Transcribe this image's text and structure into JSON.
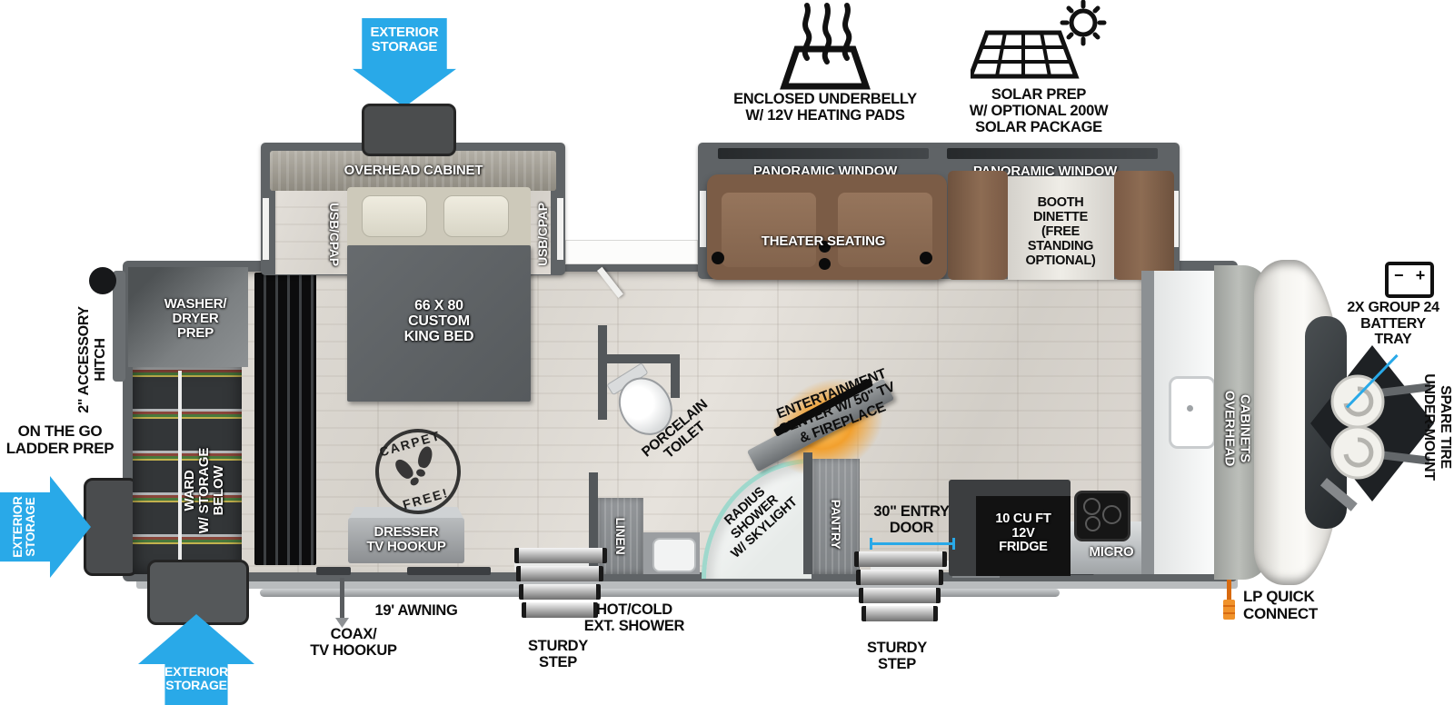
{
  "colors": {
    "accent_blue": "#29A9E8",
    "wall_gray": "#5F6366",
    "sofa_brown": "#8A6A52",
    "fireplace_orange": "#F2A02E",
    "lp_orange": "#E8720C",
    "shower_teal": "#9FD8CC"
  },
  "exterior": {
    "storage_arrow": "EXTERIOR\nSTORAGE",
    "underbelly": "ENCLOSED UNDERBELLY\nW/ 12V HEATING PADS",
    "solar": "SOLAR PREP\nW/ OPTIONAL 200W\nSOLAR PACKAGE",
    "battery": "2X GROUP 24\nBATTERY\nTRAY",
    "battery_minus": "−",
    "battery_plus": "+",
    "spare_tire_line1": "UNDER-MOUNT",
    "spare_tire_line2": "SPARE TIRE",
    "lp": "LP QUICK\nCONNECT",
    "coax": "COAX/\nTV HOOKUP",
    "awning": "19' AWNING",
    "step": "STURDY\nSTEP",
    "ext_shower": "HOT/COLD\nEXT. SHOWER",
    "entry_door": "30\" ENTRY\nDOOR",
    "hitch": "2\" ACCESSORY\nHITCH",
    "ladder": "ON THE GO\nLADDER PREP"
  },
  "bedroom": {
    "overhead_cabinet": "OVERHEAD CABINET",
    "usb_cpap": "USB/CPAP",
    "king_bed": "66 X 80\nCUSTOM\nKING BED",
    "dresser": "DRESSER\nTV HOOKUP"
  },
  "living": {
    "panoramic_window": "PANORAMIC WINDOW",
    "theater_seating": "THEATER SEATING",
    "booth_dinette": "BOOTH\nDINETTE\n(FREE\nSTANDING\nOPTIONAL)"
  },
  "rear": {
    "washer_dryer": "WASHER/\nDRYER\nPREP",
    "ward": "WARD\nW/ STORAGE\nBELOW"
  },
  "bath": {
    "toilet": "PORCELAIN\nTOILET",
    "linen": "LINEN",
    "shower": "RADIUS\nSHOWER\nW/ SKYLIGHT"
  },
  "kitchen": {
    "entertainment": "ENTERTAINMENT\nCENTER W/ 50\" TV\n& FIREPLACE",
    "pantry": "PANTRY",
    "fridge": "10 CU FT\n12V\nFRIDGE",
    "micro": "MICRO",
    "overhead_line1": "OVERHEAD",
    "overhead_line2": "CABINETS"
  },
  "stamp": {
    "top": "CARPET",
    "bottom": "FREE!"
  }
}
